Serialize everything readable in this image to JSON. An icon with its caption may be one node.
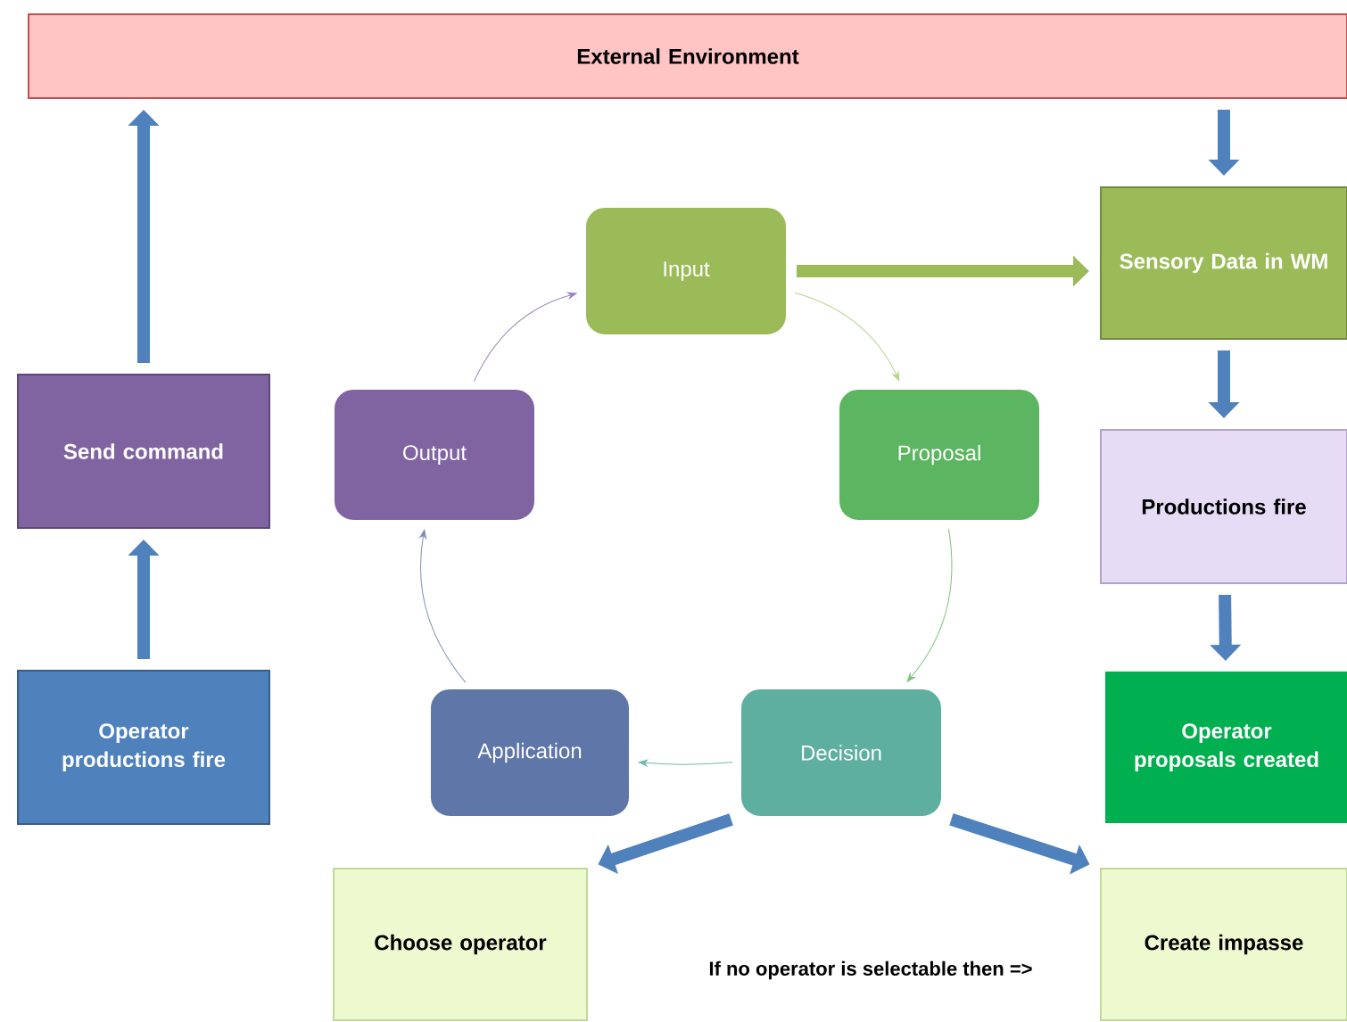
{
  "diagram": {
    "nodes": [
      {
        "text": [
          "External Environment"
        ]
      },
      {
        "text": [
          "Send command"
        ]
      },
      {
        "text": [
          "Operator productions fire"
        ]
      },
      {
        "text": [
          "Input"
        ]
      },
      {
        "text": [
          "Output"
        ]
      },
      {
        "text": [
          "Proposal"
        ]
      },
      {
        "text": [
          "Application"
        ]
      },
      {
        "text": [
          "Decision"
        ]
      },
      {
        "text": [
          "Sensory Data in WM"
        ]
      },
      {
        "text": [
          "Productions fire"
        ]
      },
      {
        "text": [
          "Operator proposals created"
        ]
      },
      {
        "text": [
          "Choose operator"
        ]
      },
      {
        "text": [
          "Create impasse"
        ]
      }
    ],
    "edges": [
      {
        "from": 2,
        "to": 1,
        "arrow": "to"
      },
      {
        "from": 1,
        "to": 0,
        "arrow": "to"
      },
      {
        "from": 0,
        "to": 8,
        "arrow": "to"
      },
      {
        "from": 3,
        "to": 8,
        "arrow": "to",
        "color": "#9bbb59"
      },
      {
        "from": 8,
        "to": 9,
        "arrow": "to"
      },
      {
        "from": 9,
        "to": 10,
        "arrow": "to"
      },
      {
        "from": 3,
        "to": 5,
        "arrow": "to",
        "color": "#b5d38a"
      },
      {
        "from": 5,
        "to": 7,
        "arrow": "to",
        "color": "#7cc47c"
      },
      {
        "from": 7,
        "to": 6,
        "arrow": "to",
        "color": "#72b8ab"
      },
      {
        "from": 6,
        "to": 4,
        "arrow": "to",
        "color": "#7d8fb8"
      },
      {
        "from": 4,
        "to": 3,
        "arrow": "to",
        "color": "#9a86bb"
      },
      {
        "from": 7,
        "to": 11,
        "arrow": "to"
      },
      {
        "from": 7,
        "to": 12,
        "arrow": "to"
      }
    ],
    "labels": [
      "If no operator is selectable then =>"
    ]
  }
}
